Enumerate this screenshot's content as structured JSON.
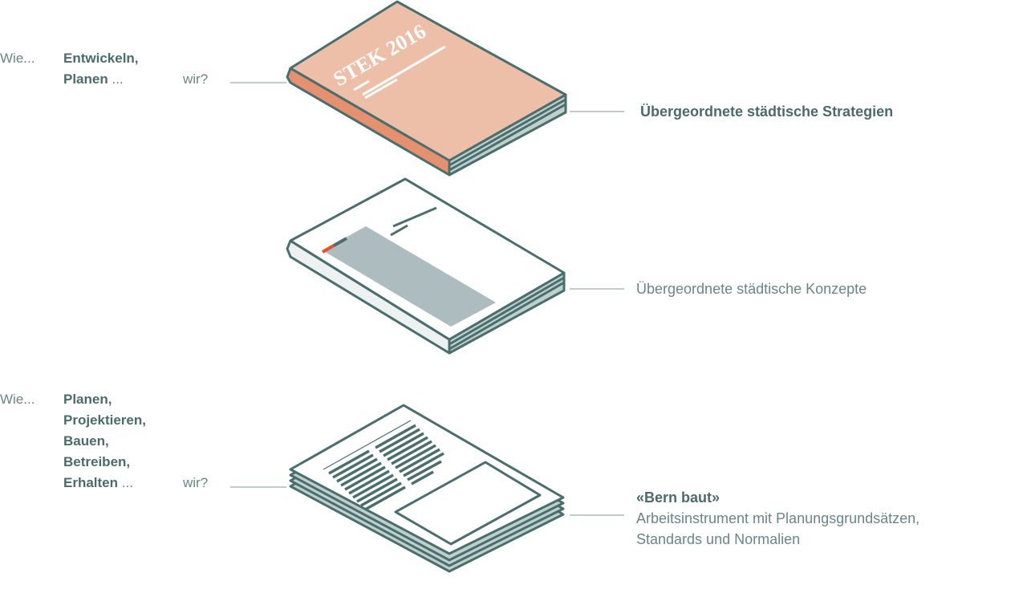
{
  "row1": {
    "prefix": "Wie...",
    "verbs": [
      "Entwickeln,",
      "Planen"
    ],
    "ellipsis": " ...",
    "suffix": "wir?"
  },
  "row2": {
    "prefix": "Wie...",
    "verbs": [
      "Planen,",
      "Projektieren,",
      "Bauen,",
      "Betreiben,",
      "Erhalten"
    ],
    "ellipsis": " ...",
    "suffix": "wir?"
  },
  "books": [
    {
      "cover_title": "STEK 2016",
      "label": "Übergeordnete städtische Strategien"
    },
    {
      "label": "Übergeordnete städtische Konzepte"
    },
    {
      "label_title": "«Bern baut»",
      "label_lines": [
        "Arbeitsinstrument mit Planungsgrundsätzen,",
        "Standards und Normalien"
      ]
    }
  ],
  "colors": {
    "text": "#4b6b6b",
    "stroke": "#4a6e6e",
    "cover": "#eebfa8",
    "spine": "#e5906f",
    "pages": "#bfd0cc",
    "grey_block": "#adbcbf",
    "accent": "#e8502a"
  }
}
